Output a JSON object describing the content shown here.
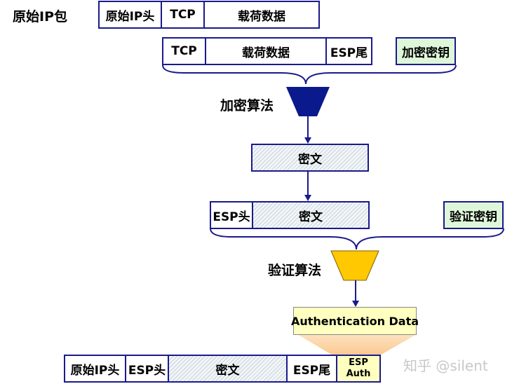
{
  "original_packet": {
    "title": "原始IP包",
    "fields": [
      "原始IP头",
      "TCP",
      "载荷数据"
    ]
  },
  "encrypt_input": {
    "fields": [
      "TCP",
      "载荷数据",
      "ESP尾"
    ],
    "key": "加密密钥"
  },
  "encrypt_algorithm": "加密算法",
  "ciphertext": "密文",
  "auth_input": {
    "fields": [
      "ESP头",
      "密文"
    ],
    "key": "验证密钥"
  },
  "auth_algorithm": "验证算法",
  "auth_data": "Authentication Data",
  "final_packet": {
    "fields": [
      "原始IP头",
      "ESP头",
      "密文",
      "ESP尾"
    ],
    "esp_auth": [
      "ESP",
      "Auth"
    ]
  },
  "watermark": "知乎 @silent",
  "colors": {
    "border": "#1a1a8c",
    "encrypt_funnel": "#0a1a8c",
    "auth_funnel": "#ffc800",
    "key_fill": "#dff7d9",
    "auth_fill": "#ffffc0",
    "beam": "#fcd3a0"
  }
}
